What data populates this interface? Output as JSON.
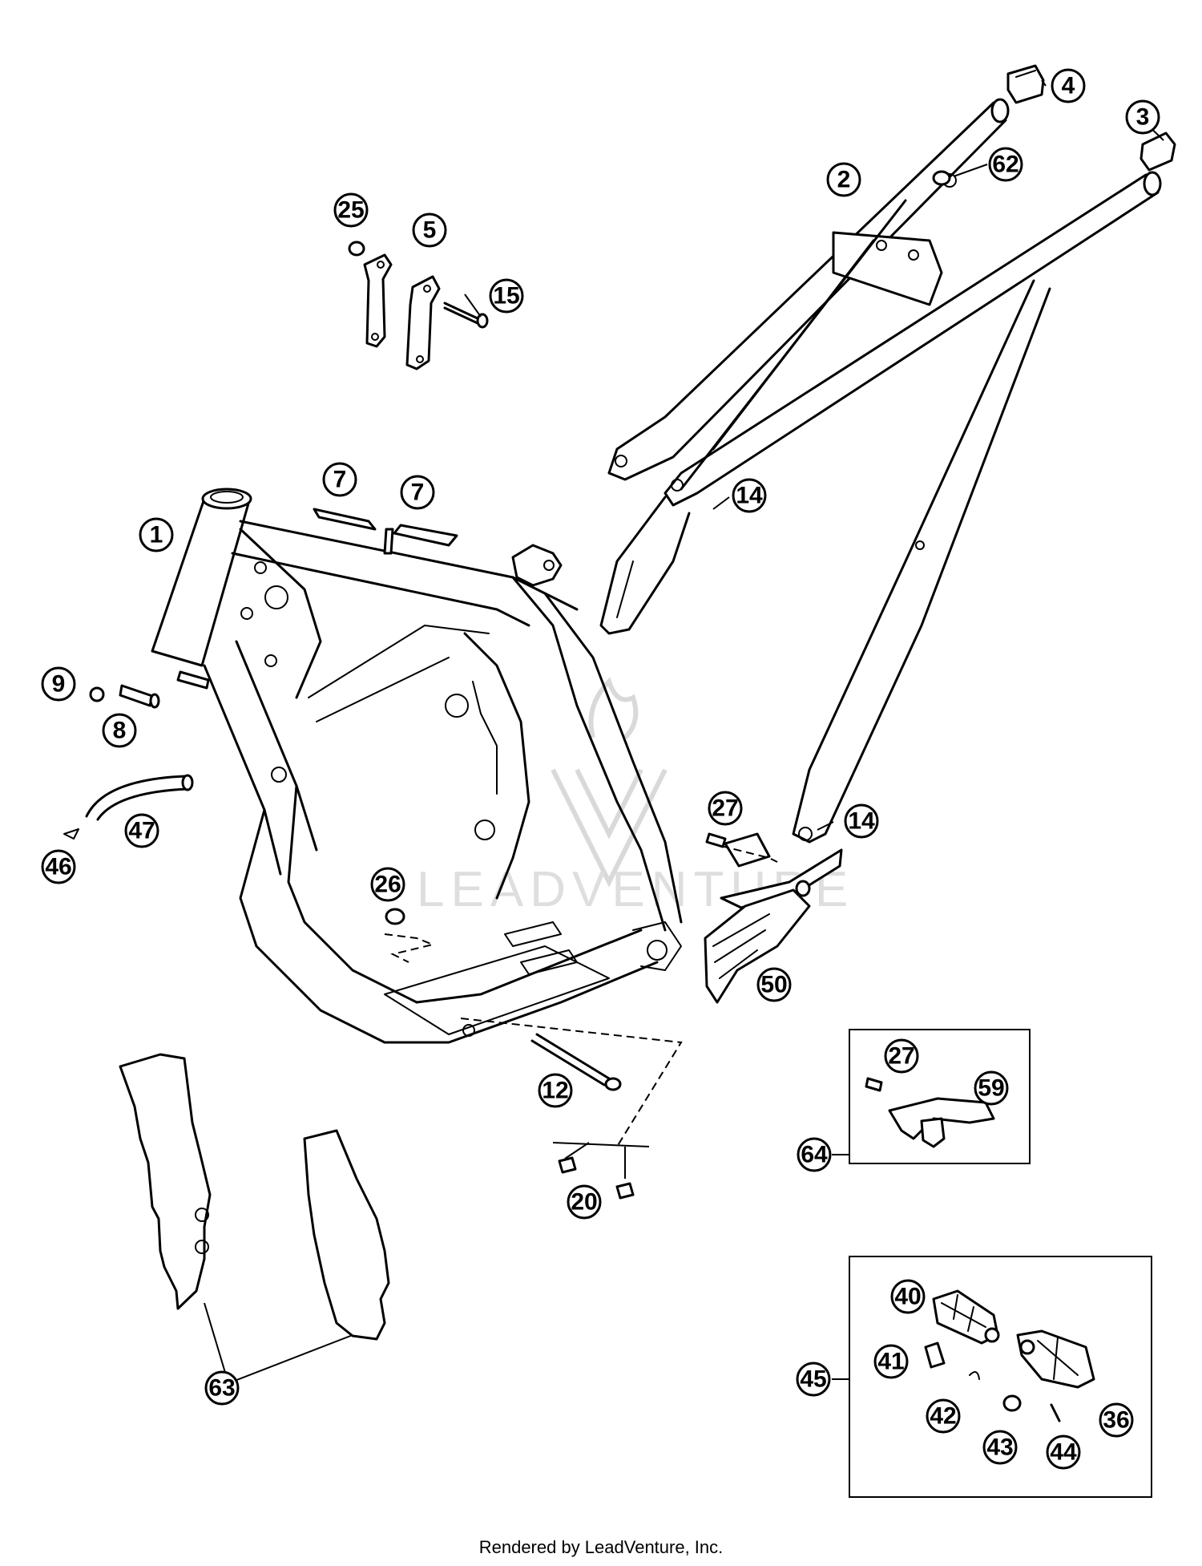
{
  "footer": {
    "credit": "Rendered by LeadVenture, Inc."
  },
  "watermark": {
    "text": "LEADVENTURE"
  },
  "callouts": {
    "c1": "1",
    "c2": "2",
    "c3": "3",
    "c4": "4",
    "c5": "5",
    "c7a": "7",
    "c7b": "7",
    "c8": "8",
    "c9": "9",
    "c12": "12",
    "c14a": "14",
    "c14b": "14",
    "c15": "15",
    "c20": "20",
    "c25": "25",
    "c26": "26",
    "c27a": "27",
    "c27b": "27",
    "c36": "36",
    "c40": "40",
    "c41": "41",
    "c42": "42",
    "c43": "43",
    "c44": "44",
    "c45": "45",
    "c46": "46",
    "c47": "47",
    "c50": "50",
    "c59": "59",
    "c62": "62",
    "c63": "63",
    "c64": "64"
  }
}
